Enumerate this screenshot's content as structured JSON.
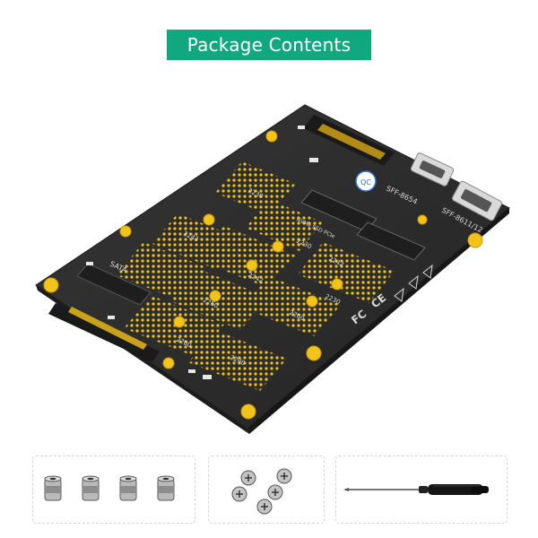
{
  "header": {
    "title": "Package Contents"
  },
  "board": {
    "labels": {
      "port_sff8654": "SFF-8654",
      "port_sff8611": "SFF-8611/12",
      "sata_label": "SATA",
      "nvme_label": "NVMe SSD PCIe",
      "fcc": "FC",
      "ce": "CE"
    },
    "sizes": [
      "2230",
      "2242",
      "2260",
      "2280",
      "2230",
      "2242",
      "2260",
      "2280",
      "2230",
      "2242"
    ]
  },
  "accessories": {
    "items": [
      {
        "name": "standoffs"
      },
      {
        "name": "screws"
      },
      {
        "name": "screwdriver"
      }
    ]
  },
  "colors": {
    "accent": "#11a77f",
    "pcb": "#2b2b2b",
    "gold": "#f2c318"
  }
}
